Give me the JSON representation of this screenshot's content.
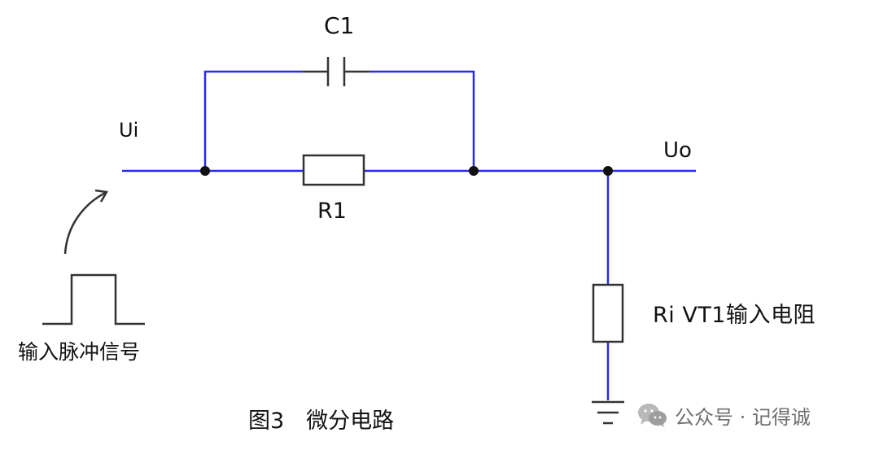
{
  "figure": {
    "caption": "图3　微分电路",
    "labels": {
      "capacitor": "C1",
      "resistor": "R1",
      "input_voltage": "Ui",
      "output_voltage": "Uo",
      "input_resistance": "Ri  VT1输入电阻",
      "input_signal": "输入脉冲信号"
    },
    "colors": {
      "wire": "#2a2ae8",
      "component": "#333333",
      "junction": "#111111",
      "text": "#111111"
    }
  },
  "watermark": {
    "text": "公众号 · 记得诚",
    "icon": "wechat-icon"
  }
}
